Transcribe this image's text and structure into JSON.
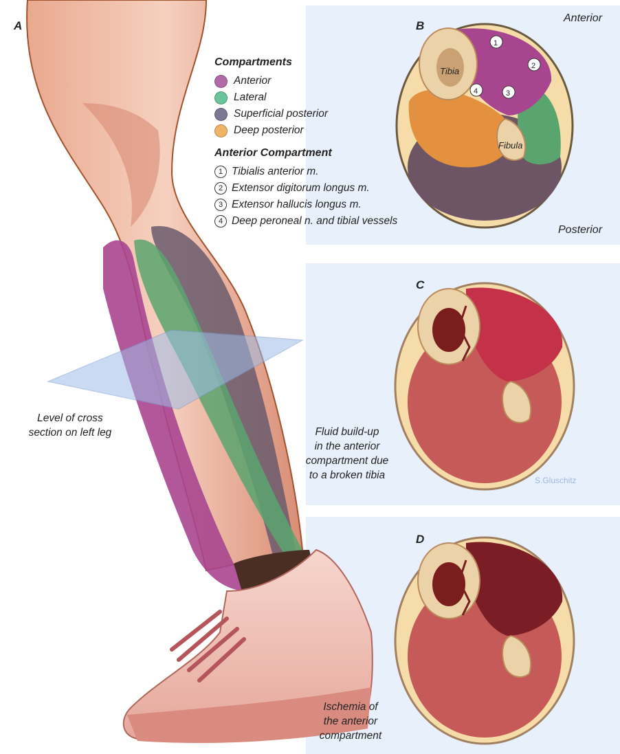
{
  "panels": {
    "a": {
      "letter": "A",
      "section_label": [
        "Level of cross",
        "section on left leg"
      ]
    },
    "b": {
      "letter": "B",
      "anterior_label": "Anterior",
      "posterior_label": "Posterior",
      "tibia_label": "Tibia",
      "fibula_label": "Fibula",
      "markers": [
        "1",
        "2",
        "3",
        "4"
      ]
    },
    "c": {
      "letter": "C",
      "caption": [
        "Fluid build-up",
        "in the anterior",
        "compartment due",
        "to a broken tibia"
      ],
      "signature": "S.Gluschitz"
    },
    "d": {
      "letter": "D",
      "caption": [
        "Ischemia of",
        "the anterior",
        "compartment"
      ]
    }
  },
  "legend": {
    "compartments_title": "Compartments",
    "compartments": [
      {
        "label": "Anterior",
        "color": "#b36aa8"
      },
      {
        "label": "Lateral",
        "color": "#6cc49a"
      },
      {
        "label": "Superficial posterior",
        "color": "#7a7894"
      },
      {
        "label": "Deep posterior",
        "color": "#f0b466"
      }
    ],
    "anterior_title": "Anterior Compartment",
    "anterior_items": [
      {
        "num": "1",
        "label": "Tibialis anterior m."
      },
      {
        "num": "2",
        "label": "Extensor digitorum longus m."
      },
      {
        "num": "3",
        "label": "Extensor hallucis longus m."
      },
      {
        "num": "4",
        "label": "Deep peroneal n. and tibial vessels"
      }
    ]
  },
  "colors": {
    "panel_bg": "#e8f0fb",
    "anterior": "#a8458f",
    "lateral": "#5aa56f",
    "superficial_posterior": "#6a5a6c",
    "deep_posterior": "#e3913f",
    "skin": "#f3c9b5",
    "bone": "#ecd2a9",
    "muscle": "#b84a4a",
    "ischemic": "#7a1d24"
  }
}
